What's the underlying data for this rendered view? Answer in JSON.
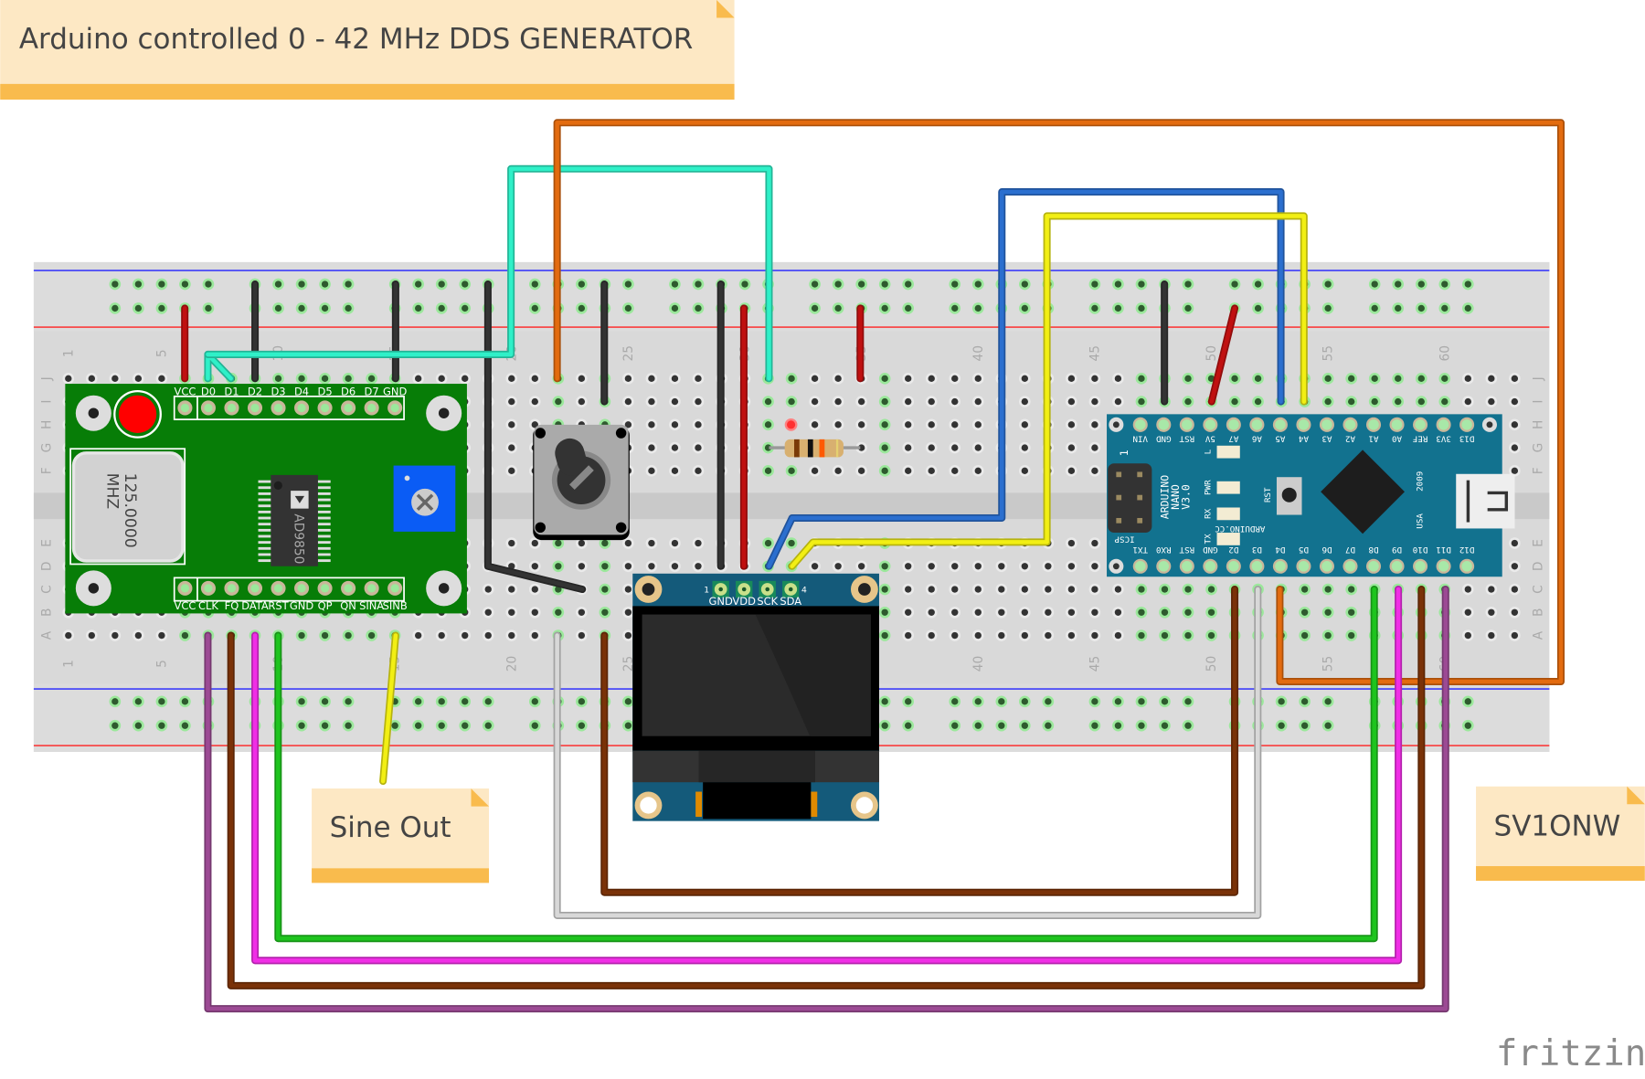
{
  "notes": {
    "title": "Arduino controlled 0 - 42 MHz DDS GENERATOR",
    "sine_out": "Sine Out",
    "author": "SV1ONW"
  },
  "logo": "fritzing",
  "breadboard": {
    "row_letters": [
      "J",
      "I",
      "H",
      "G",
      "F",
      "E",
      "D",
      "C",
      "B",
      "A"
    ],
    "column_numbers": [
      "1",
      "5",
      "10",
      "15",
      "20",
      "25",
      "30",
      "35",
      "40",
      "45",
      "50",
      "55",
      "60"
    ]
  },
  "dds_module": {
    "chip": "AD9850",
    "crystal_line1": "125.0000",
    "crystal_line2": "MHZ",
    "top_pins": [
      "VCC",
      "D0",
      "D1",
      "D2",
      "D3",
      "D4",
      "D5",
      "D6",
      "D7",
      "GND"
    ],
    "bottom_pins": [
      "VCC",
      "CLK",
      "FQ",
      "DATA",
      "RST",
      "GND",
      "QP",
      "QN",
      "SINA",
      "SINB"
    ]
  },
  "oled": {
    "pins": [
      "GND",
      "VDD",
      "SCK",
      "SDA"
    ],
    "pin_first": "1",
    "pin_last": "4"
  },
  "arduino_nano": {
    "name_line1": "ARDUINO",
    "name_line2": "NANO",
    "name_line3": "V3.0",
    "site": "ARDUINO.CC",
    "year": "2009",
    "country": "USA",
    "rst": "RST",
    "icsp": "ICSP",
    "icsp_pin": "1",
    "leds": [
      "L",
      "PWR",
      "RX",
      "TX"
    ],
    "top_pins": [
      "VIN",
      "GND",
      "RST",
      "5V",
      "A7",
      "A6",
      "A5",
      "A4",
      "A3",
      "A2",
      "A1",
      "A0",
      "REF",
      "3V3",
      "D13"
    ],
    "bottom_pins": [
      "TX1",
      "RX0",
      "RST",
      "GND",
      "D2",
      "D3",
      "D4",
      "D5",
      "D6",
      "D7",
      "D8",
      "D9",
      "D10",
      "D11",
      "D12"
    ]
  },
  "colors": {
    "note_bg": "#fde8c4",
    "note_bar": "#f9bb4d",
    "dds_board": "#077d07",
    "nano_board": "#12728f",
    "oled_board": "#145a7a",
    "breadboard": "#d9d9d9",
    "rail_red": "#ff2020",
    "rail_blue": "#2020ff"
  },
  "wire_colors": {
    "orange": "#e36b0f",
    "cyan": "#2ff0c8",
    "blue": "#2b6fcf",
    "yellow": "#f2ef14",
    "black": "#333333",
    "red": "#c01010",
    "purple": "#9c4a94",
    "brown": "#7a3208",
    "magenta": "#f02ee6",
    "green": "#1ec41e",
    "white": "#d8d8d8"
  }
}
